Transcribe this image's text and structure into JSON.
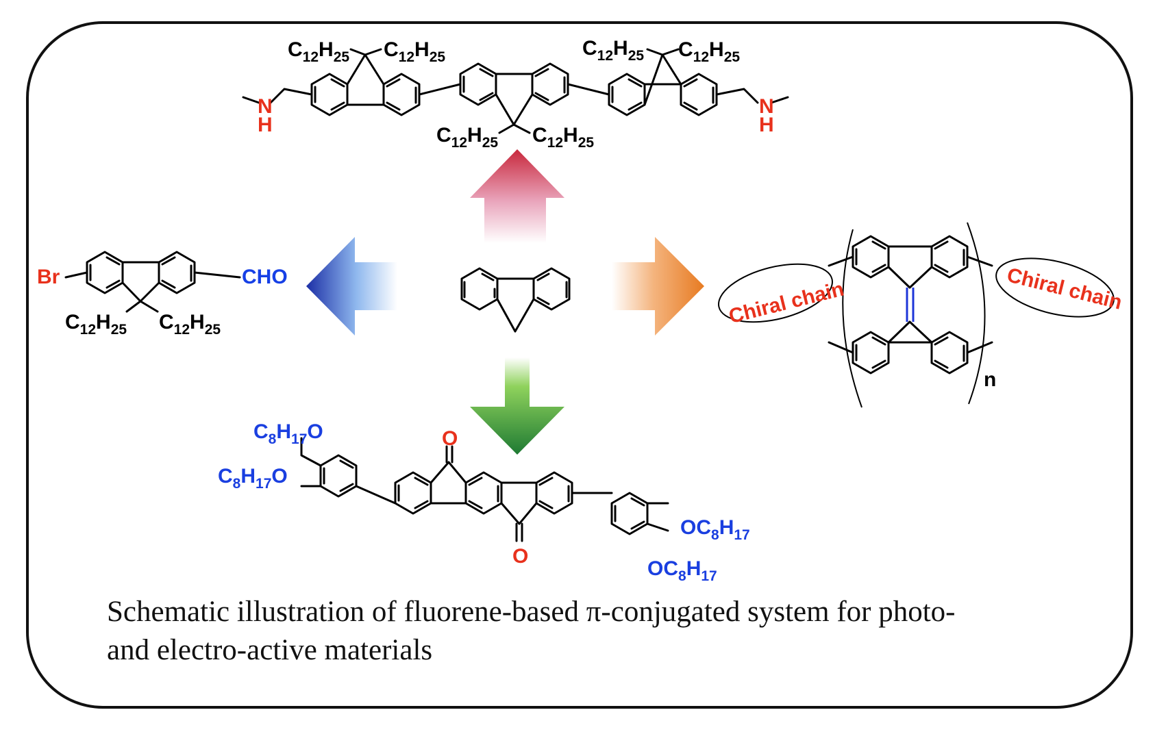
{
  "labels": {
    "alkyl": "C12H25",
    "nh_n": "N",
    "nh_h": "H",
    "br": "Br",
    "cho": "CHO",
    "chiral_chain": "Chiral chain",
    "repeat_n": "n",
    "ketone_o": "O",
    "octyloxy_left": "C8H17O",
    "octyloxy_right": "OC8H17"
  },
  "caption": {
    "line1": "Schematic illustration of fluorene-based π-conjugated system for photo-",
    "line2": "and electro-active materials"
  },
  "colors": {
    "hetero_red": "#e8311c",
    "cho_blue": "#1640e6",
    "alkoxy_blue": "#1a3fe0",
    "arrow_up_red": "#c8283c",
    "arrow_left_blue": "#1c2fa6",
    "arrow_right_orange": "#e77b22",
    "arrow_down_green": "#1e7a33",
    "double_bond_blue": "#1d35d8"
  }
}
